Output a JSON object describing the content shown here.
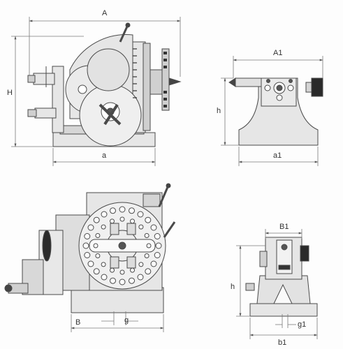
{
  "labels": {
    "A": "A",
    "H": "H",
    "a": "a",
    "A1": "A1",
    "h_top": "h",
    "a1": "a1",
    "B": "B",
    "g": "g",
    "B1": "B1",
    "h_bottom": "h",
    "b1": "b1",
    "g1": "g1"
  },
  "colors": {
    "line": "#4a4a4a",
    "fill_light": "#e6e6e6",
    "fill_mid": "#d2d2d2",
    "fill_dark": "#2a2a2a",
    "dim_line": "#7a7a7a"
  }
}
